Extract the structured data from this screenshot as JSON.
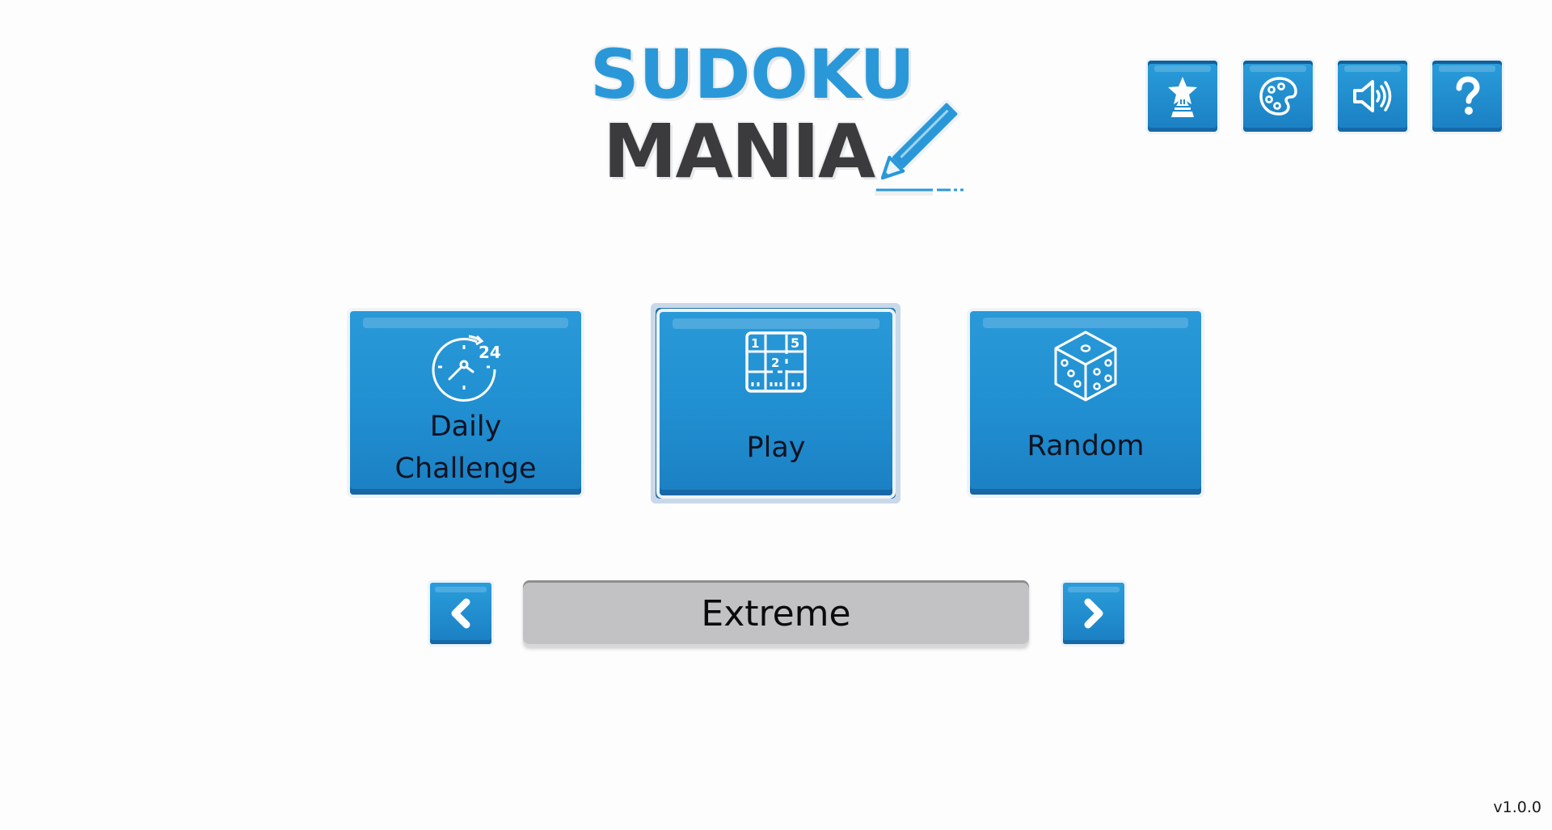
{
  "logo": {
    "line1": "SUDOKU",
    "line2": "MANIA",
    "icon": "pencil-icon"
  },
  "top_bar": {
    "buttons": [
      {
        "name": "achievements",
        "icon": "trophy-star-icon"
      },
      {
        "name": "themes",
        "icon": "palette-icon"
      },
      {
        "name": "sound",
        "icon": "speaker-icon"
      },
      {
        "name": "help",
        "icon": "question-icon"
      }
    ]
  },
  "modes": [
    {
      "label_line1": "Daily",
      "label_line2": "Challenge",
      "icon": "clock-24-icon",
      "selected": false
    },
    {
      "label": "Play",
      "icon": "sudoku-grid-icon",
      "grid_digits": [
        "1",
        "5",
        "2"
      ],
      "selected": true
    },
    {
      "label": "Random",
      "icon": "dice-icon",
      "selected": false
    }
  ],
  "difficulty": {
    "value": "Extreme",
    "prev_icon": "chevron-left-icon",
    "next_icon": "chevron-right-icon"
  },
  "clock_icon_text": "24",
  "version": "v1.0.0",
  "colors": {
    "button_blue": "#2190d2",
    "button_blue_dark": "#1766a6",
    "logo_blue": "#2a98d8",
    "logo_dark": "#3b3b3d",
    "difficulty_bg": "#c2c2c4",
    "background": "#fdfdfe"
  }
}
